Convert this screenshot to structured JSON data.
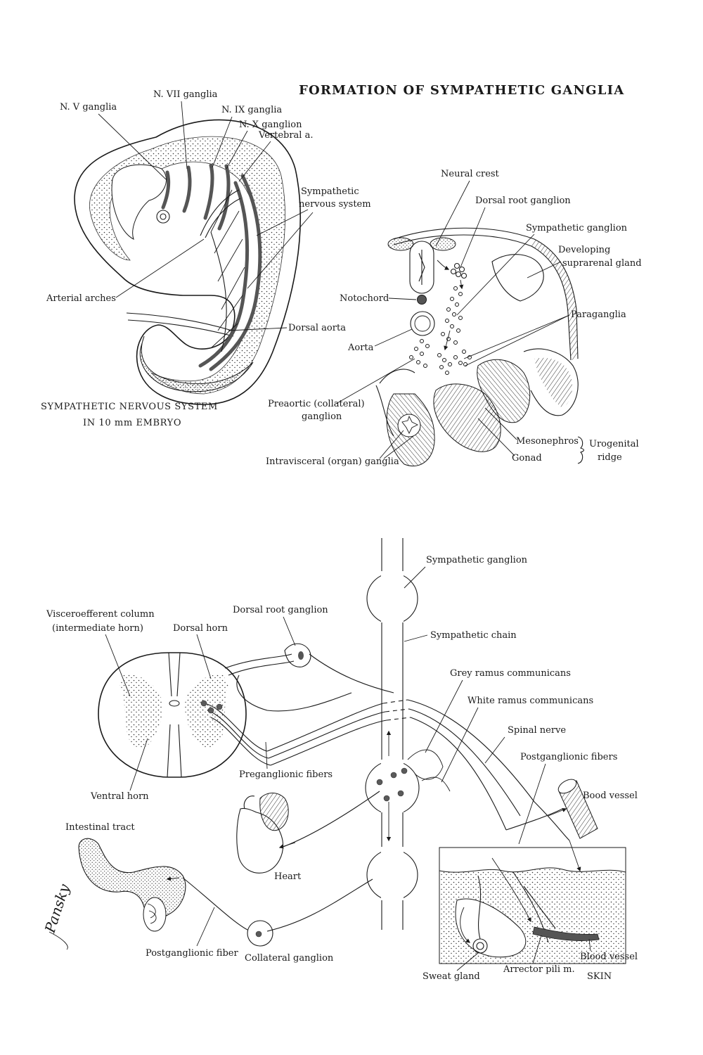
{
  "title": "FORMATION OF SYMPATHETIC GANGLIA",
  "embryo": {
    "caption_line1": "SYMPATHETIC NERVOUS SYSTEM",
    "caption_line2": "IN 10 mm EMBRYO",
    "labels": {
      "n5": "N. V ganglia",
      "n7": "N. VII ganglia",
      "n9": "N. IX ganglia",
      "n10": "N. X ganglion",
      "vertebral": "Vertebral a.",
      "sns1": "Sympathetic",
      "sns2": "nervous system",
      "arches": "Arterial arches",
      "dorsal_aorta": "Dorsal aorta"
    }
  },
  "cross_section": {
    "labels": {
      "neural_crest": "Neural crest",
      "drg": "Dorsal root ganglion",
      "symp_ganglion": "Sympathetic ganglion",
      "supra1": "Developing",
      "supra2": "suprarenal gland",
      "notochord": "Notochord",
      "paraganglia": "Paraganglia",
      "aorta": "Aorta",
      "preaortic1": "Preaortic (collateral)",
      "preaortic2": "ganglion",
      "mesonephros": "Mesonephros",
      "gonad": "Gonad",
      "urogenital1": "Urogenital",
      "urogenital2": "ridge",
      "intravisceral": "Intravisceral (organ) ganglia"
    }
  },
  "schema": {
    "labels": {
      "symp_ganglion": "Sympathetic ganglion",
      "viscero1": "Visceroefferent column",
      "viscero2": "(intermediate horn)",
      "dorsal_horn": "Dorsal horn",
      "drg": "Dorsal root ganglion",
      "symp_chain": "Sympathetic chain",
      "grey_ramus": "Grey ramus communicans",
      "white_ramus": "White ramus communicans",
      "spinal_nerve": "Spinal nerve",
      "postgang_fibers": "Postganglionic fibers",
      "bood_vessel": "Bood vessel",
      "ventral_horn": "Ventral horn",
      "pregang_fibers": "Preganglionic fibers",
      "intestinal": "Intestinal tract",
      "heart": "Heart",
      "postgang_fiber": "Postganglionic fiber",
      "collateral": "Collateral ganglion",
      "sweat": "Sweat gland",
      "arrector": "Arrector pili m.",
      "blood_vessel": "Blood vessel",
      "skin": "SKIN"
    }
  },
  "signature": "Pansky"
}
